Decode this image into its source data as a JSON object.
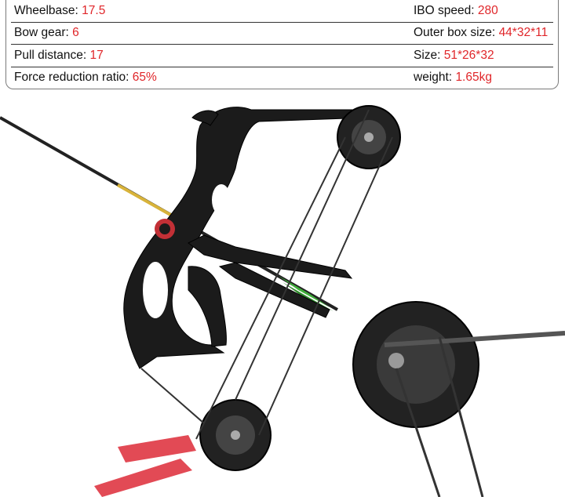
{
  "specs": {
    "rows": [
      {
        "left_label": "Wheelbase:",
        "left_value": "17.5",
        "right_label": "IBO speed:",
        "right_value": "280"
      },
      {
        "left_label": "Bow gear:",
        "left_value": "6",
        "right_label": "Outer box size:",
        "right_value": "44*32*11"
      },
      {
        "left_label": "Pull distance:",
        "left_value": "17",
        "right_label": "Size:",
        "right_value": "51*26*32"
      },
      {
        "left_label": "Force reduction ratio:",
        "left_value": "65%",
        "right_label": "weight:",
        "right_value": "1.65kg"
      }
    ]
  },
  "colors": {
    "value_red": "#e0262a",
    "bow_black": "#1b1b1b",
    "rest_red": "#e24a55",
    "fletch_green": "#3fae3a"
  },
  "image": {
    "subject": "compound-bow-product-photo"
  }
}
